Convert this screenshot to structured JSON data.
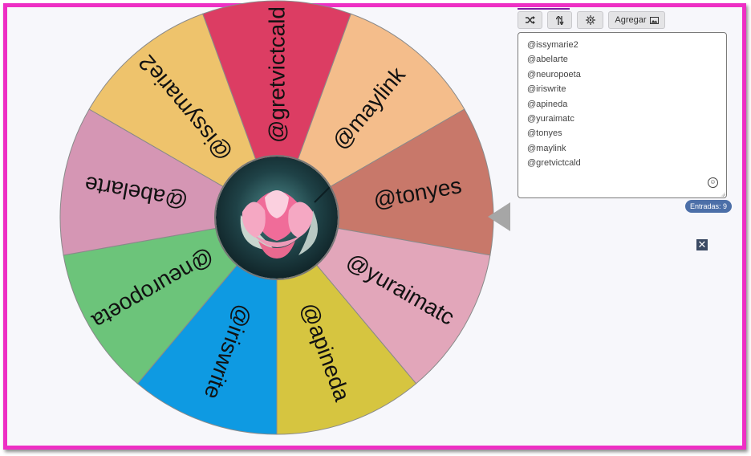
{
  "toolbar": {
    "shuffle_icon": "shuffle-icon",
    "sort_icon": "sort-icon",
    "settings_icon": "gear-icon",
    "add_label": "Agregar",
    "add_icon": "image-icon"
  },
  "entries": [
    "@issymarie2",
    "@abelarte",
    "@neuropoeta",
    "@iriswrite",
    "@apineda",
    "@yuraimatc",
    "@tonyes",
    "@maylink",
    "@gretvictcald"
  ],
  "entries_count": "Entradas: 9",
  "wheel": {
    "segments": [
      {
        "label": "@gretvictcald",
        "color": "#dc3d63"
      },
      {
        "label": "@maylink",
        "color": "#f4bd8b"
      },
      {
        "label": "@tonyes",
        "color": "#c8786a"
      },
      {
        "label": "@yuraimatc",
        "color": "#e2a6ba"
      },
      {
        "label": "@apineda",
        "color": "#d6c540"
      },
      {
        "label": "@iriswrite",
        "color": "#0e9ae2"
      },
      {
        "label": "@neuropoeta",
        "color": "#6cc47a"
      },
      {
        "label": "@abelarte",
        "color": "#d596b4"
      },
      {
        "label": "@issymarie2",
        "color": "#eec36c"
      }
    ],
    "pointer_color": "#a6a6a6",
    "center_image": "lotus-flower-image",
    "frame_color": "#ee2fc4"
  }
}
